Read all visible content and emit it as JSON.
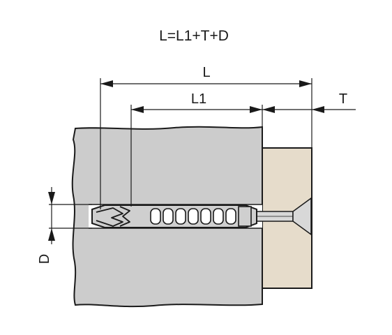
{
  "formula": "L=L1+T+D",
  "dimensions": {
    "L": "L",
    "L1": "L1",
    "T": "T",
    "D": "D"
  },
  "colors": {
    "wall": "#cccccc",
    "fixture": "#e6dccb",
    "line": "#1a1a1a",
    "anchor": "#cfcfcf"
  }
}
